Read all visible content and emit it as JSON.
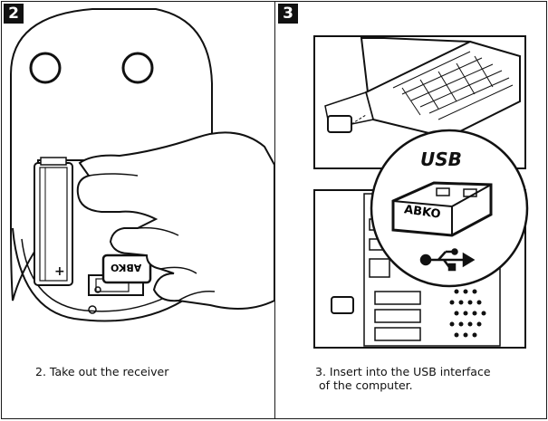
{
  "steps": [
    {
      "number": "2",
      "caption": "2. Take out the receiver",
      "receiver_brand": "ABKO",
      "battery_sign": "+"
    },
    {
      "number": "3",
      "caption_line1": "3. Insert into the USB interface",
      "caption_line2": "of the computer.",
      "usb_label": "USB",
      "receiver_brand": "ABKO"
    }
  ]
}
